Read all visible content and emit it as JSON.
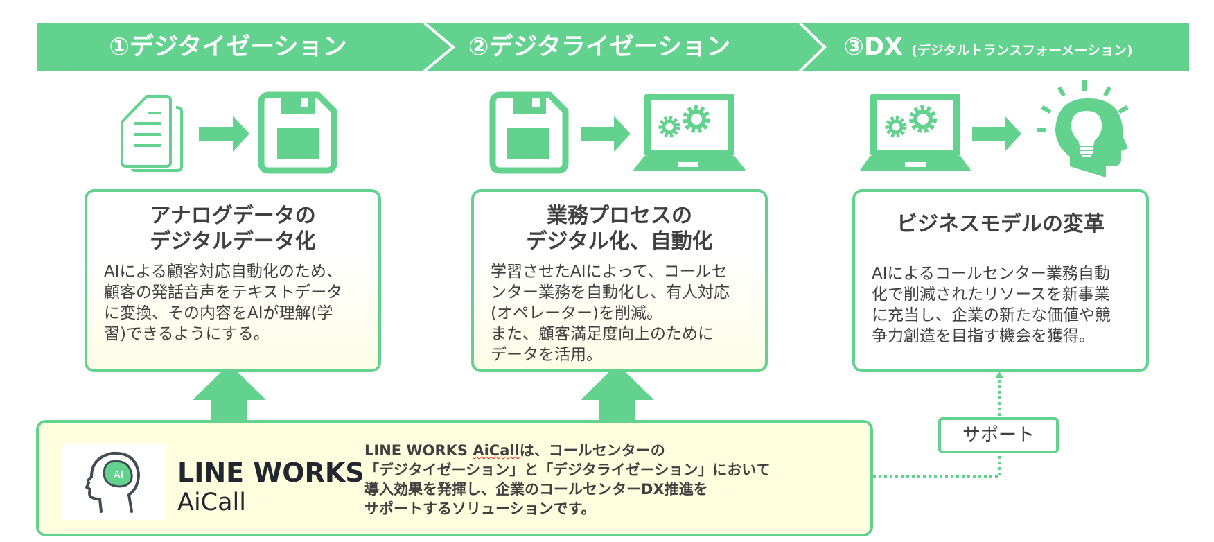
{
  "colors": {
    "accent": "#63d28f",
    "text": "#404040",
    "logo_text": "#22262e",
    "panel_bg": "#ffffe0"
  },
  "steps": [
    {
      "label": "①デジタイゼーション",
      "sub": ""
    },
    {
      "label": "②デジタライゼーション",
      "sub": ""
    },
    {
      "label": "③DX",
      "sub": "(デジタルトランスフォーメーション)"
    }
  ],
  "icons": [
    {
      "from": "document-icon",
      "to": "floppy-disk-icon"
    },
    {
      "from": "floppy-disk-icon",
      "to": "laptop-gears-icon"
    },
    {
      "from": "laptop-gears-icon",
      "to": "head-lightbulb-icon"
    }
  ],
  "cards": [
    {
      "title_line1": "アナログデータの",
      "title_line2": "デジタルデータ化",
      "body": [
        "AIによる顧客対応自動化のため、",
        "顧客の発話音声をテキストデータ",
        "に変換、その内容をAIが理解(学",
        "習)できるようにする。"
      ]
    },
    {
      "title_line1": "業務プロセスの",
      "title_line2": "デジタル化、自動化",
      "body": [
        "学習させたAIによって、コールセ",
        "ンター業務を自動化し、有人対応",
        "(オペレーター)を削減。",
        "また、顧客満足度向上のために",
        "データを活用。"
      ]
    },
    {
      "title_line1": "ビジネスモデルの変革",
      "title_line2": "",
      "body": [
        "AIによるコールセンター業務自動",
        "化で削減されたリソースを新事業",
        "に充当し、企業の新たな価値や競",
        "争力創造を目指す機会を獲得。"
      ]
    }
  ],
  "product": {
    "logo_badge": "AI",
    "brand_line1": "LINE WORKS",
    "brand_line2": "AiCall",
    "desc_line1_prefix": "LINE WORKS ",
    "desc_line1_product": "AiCall",
    "desc_line1_suffix": "は、コールセンターの",
    "desc_line2": "「デジタイゼーション」と「デジタライゼーション」において",
    "desc_line3": "導入効果を発揮し、企業のコールセンターDX推進を",
    "desc_line4": "サポートするソリューションです。"
  },
  "support_label": "サポート"
}
